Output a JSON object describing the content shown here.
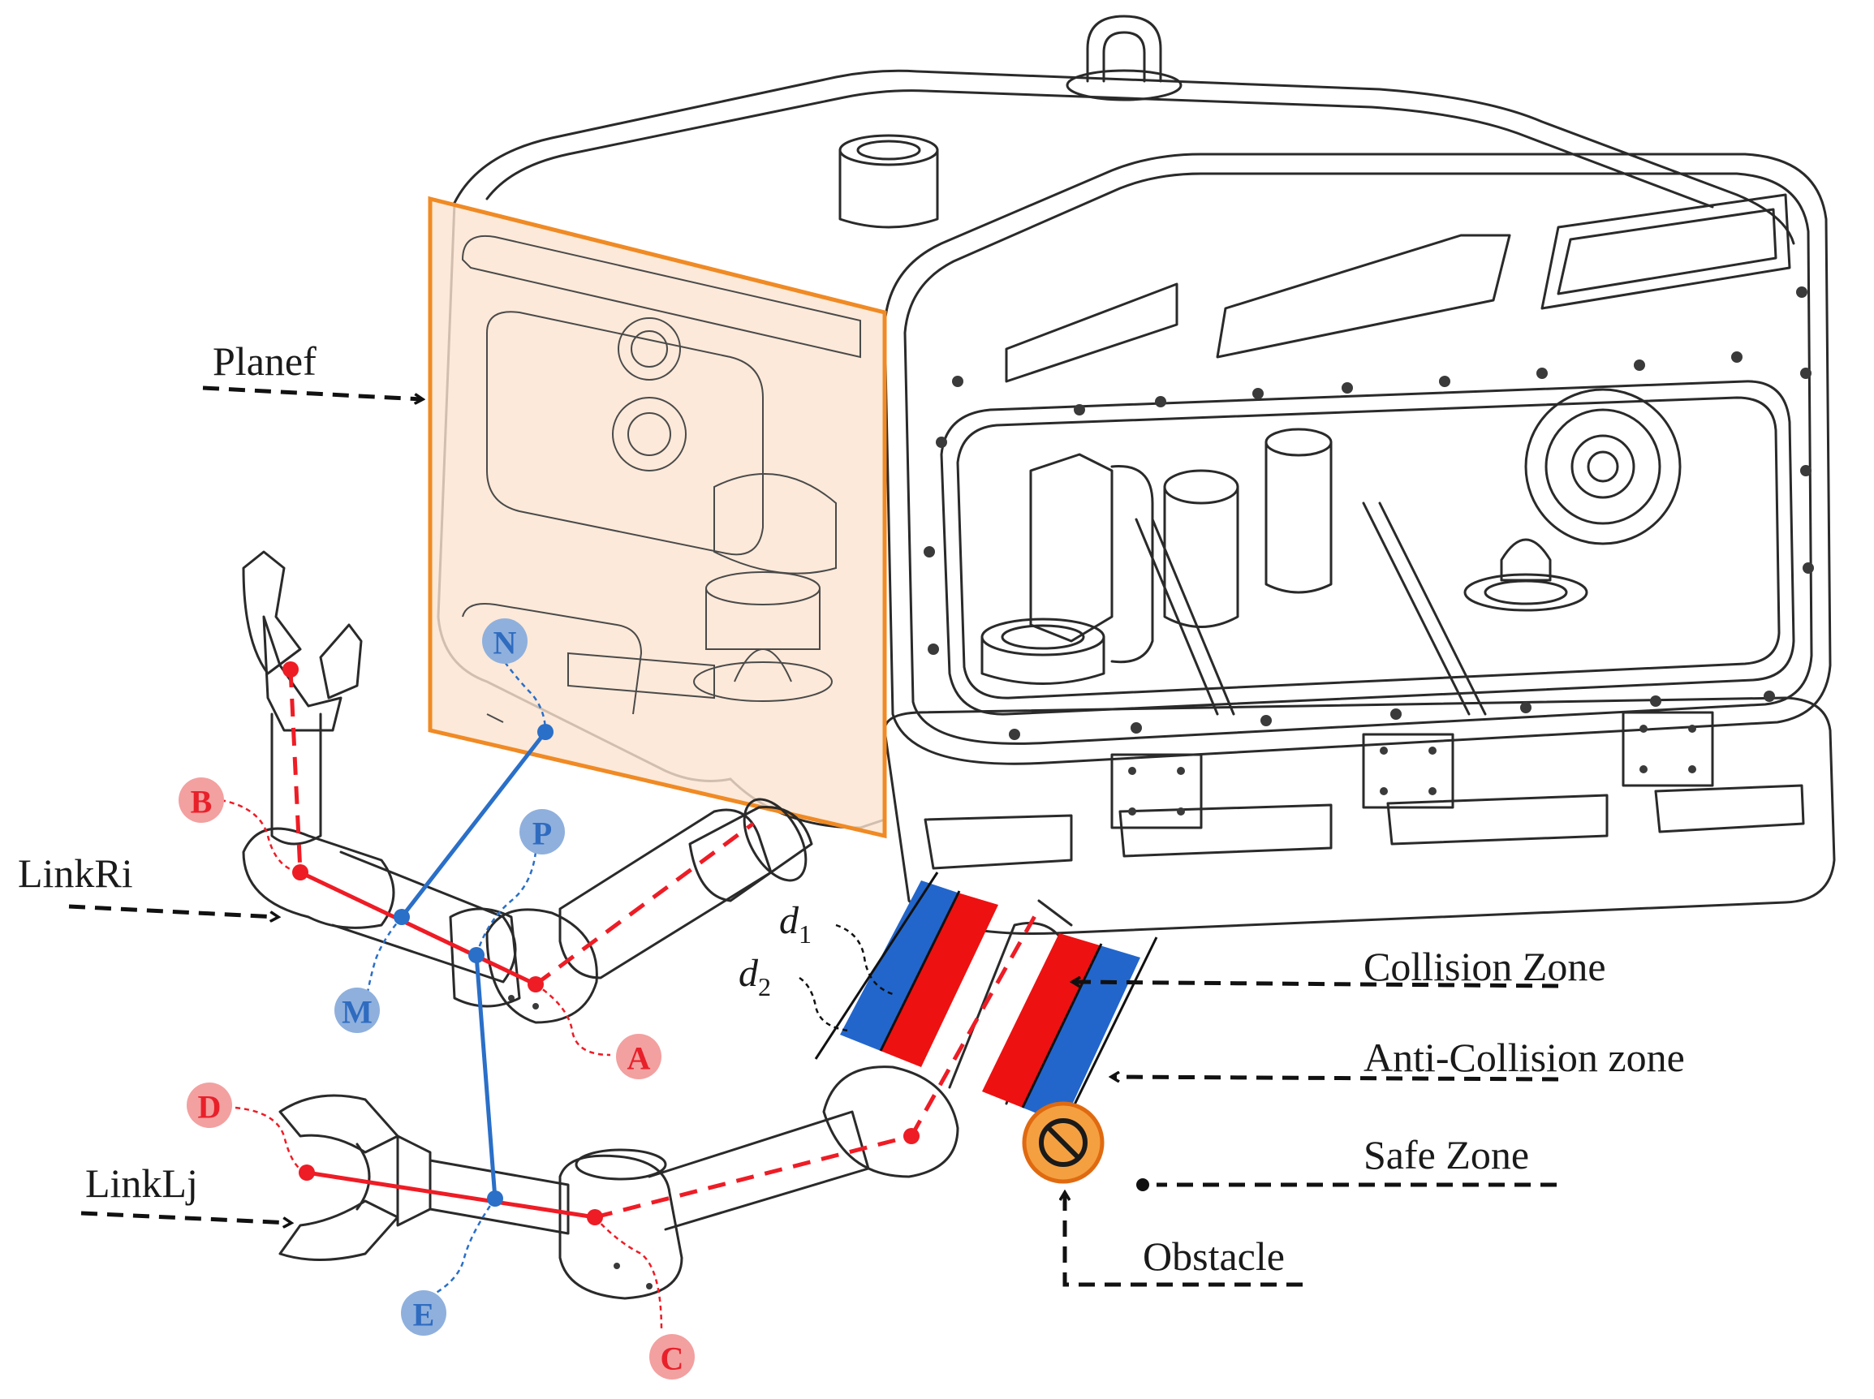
{
  "labels": {
    "planef": "Planef",
    "link_ri": "LinkRi",
    "link_lj": "LinkLj",
    "collision_zone": "Collision Zone",
    "anti_collision_zone": "Anti-Collision zone",
    "safe_zone": "Safe Zone",
    "obstacle": "Obstacle",
    "d1_base": "d",
    "d1_sub": "1",
    "d2_base": "d",
    "d2_sub": "2"
  },
  "points": {
    "A": "A",
    "B": "B",
    "C": "C",
    "D": "D",
    "E": "E",
    "M": "M",
    "N": "N",
    "P": "P"
  },
  "colors": {
    "red_point": "#f3a0a0",
    "red_text": "#e8202a",
    "red_line": "#ee1c25",
    "blue_point": "#8fb0dd",
    "blue_text": "#2f6cc0",
    "blue_line": "#2a6fc8",
    "plane_fill": "#fbe3d0",
    "plane_stroke": "#f08a24",
    "zone_red": "#ee1111",
    "zone_blue": "#2266cc",
    "obstacle_fill": "#f5a040",
    "obstacle_stroke": "#e06a10"
  }
}
